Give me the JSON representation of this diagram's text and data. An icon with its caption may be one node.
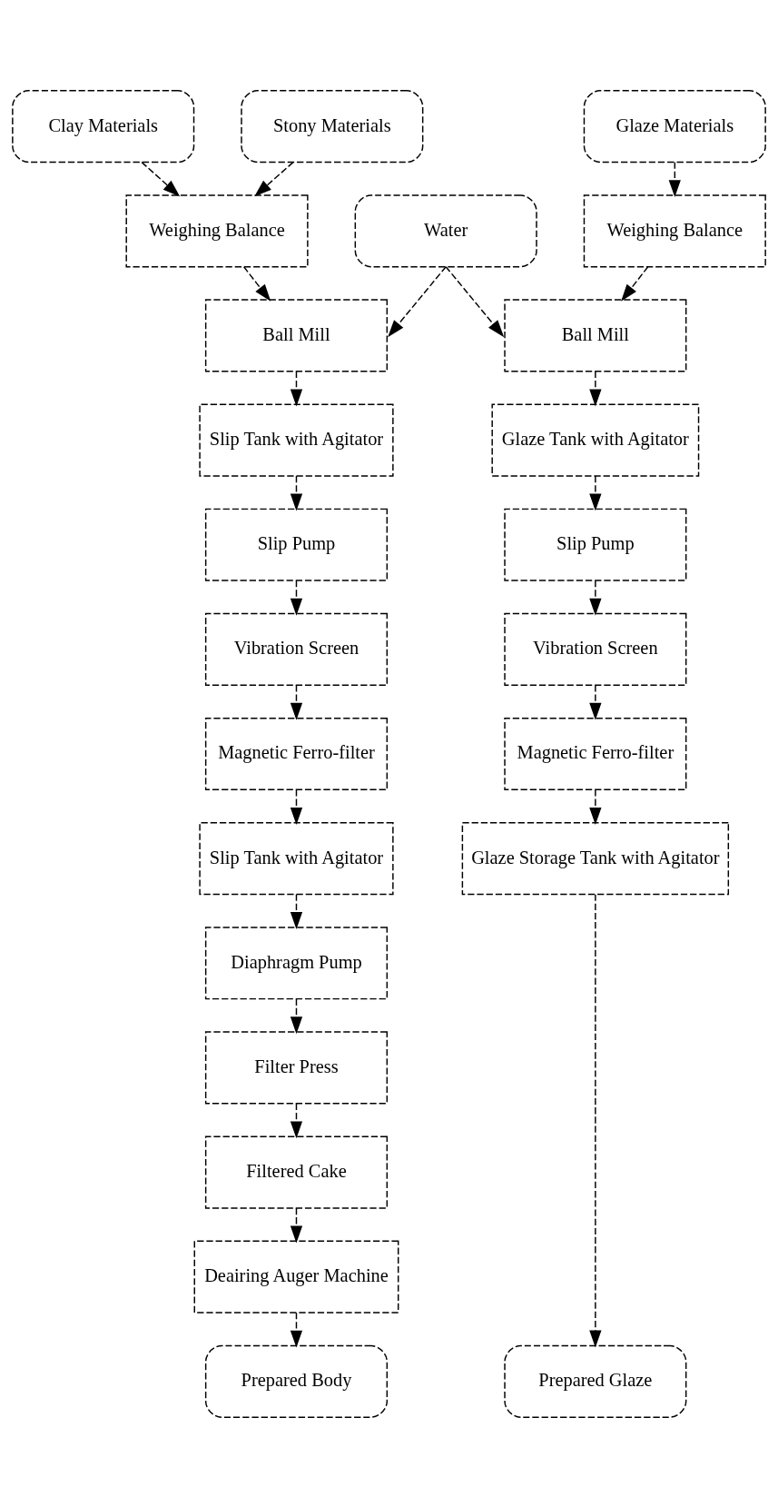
{
  "diagram": {
    "nodes": [
      {
        "text": [
          "Clay Materials"
        ]
      },
      {
        "text": [
          "Stony Materials"
        ]
      },
      {
        "text": [
          "Glaze Materials"
        ]
      },
      {
        "text": [
          "Weighing Balance"
        ]
      },
      {
        "text": [
          "Water"
        ]
      },
      {
        "text": [
          "Weighing Balance"
        ]
      },
      {
        "text": [
          "Ball Mill"
        ]
      },
      {
        "text": [
          "Ball Mill"
        ]
      },
      {
        "text": [
          "Slip Tank with Agitator"
        ]
      },
      {
        "text": [
          "Glaze Tank with Agitator"
        ]
      },
      {
        "text": [
          "Slip Pump"
        ]
      },
      {
        "text": [
          "Slip Pump"
        ]
      },
      {
        "text": [
          "Vibration Screen"
        ]
      },
      {
        "text": [
          "Vibration Screen"
        ]
      },
      {
        "text": [
          "Magnetic Ferro-filter"
        ]
      },
      {
        "text": [
          "Magnetic Ferro-filter"
        ]
      },
      {
        "text": [
          "Slip Tank with Agitator"
        ]
      },
      {
        "text": [
          "Glaze Storage Tank with Agitator"
        ]
      },
      {
        "text": [
          "Diaphragm Pump"
        ]
      },
      {
        "text": [
          "Filter Press"
        ]
      },
      {
        "text": [
          "Filtered Cake"
        ]
      },
      {
        "text": [
          "Deairing Auger Machine"
        ]
      },
      {
        "text": [
          "Prepared Body"
        ]
      },
      {
        "text": [
          "Prepared Glaze"
        ]
      }
    ],
    "edges": [
      {
        "from": 0,
        "to": 3,
        "arrow": "to"
      },
      {
        "from": 1,
        "to": 3,
        "arrow": "to"
      },
      {
        "from": 2,
        "to": 5,
        "arrow": "to"
      },
      {
        "from": 3,
        "to": 6,
        "arrow": "to"
      },
      {
        "from": 4,
        "to": 6,
        "arrow": "to"
      },
      {
        "from": 4,
        "to": 7,
        "arrow": "to"
      },
      {
        "from": 5,
        "to": 7,
        "arrow": "to"
      },
      {
        "from": 6,
        "to": 8,
        "arrow": "to"
      },
      {
        "from": 7,
        "to": 9,
        "arrow": "to"
      },
      {
        "from": 8,
        "to": 10,
        "arrow": "to"
      },
      {
        "from": 9,
        "to": 11,
        "arrow": "to"
      },
      {
        "from": 10,
        "to": 12,
        "arrow": "to"
      },
      {
        "from": 11,
        "to": 13,
        "arrow": "to"
      },
      {
        "from": 12,
        "to": 14,
        "arrow": "to"
      },
      {
        "from": 13,
        "to": 15,
        "arrow": "to"
      },
      {
        "from": 14,
        "to": 16,
        "arrow": "to"
      },
      {
        "from": 15,
        "to": 17,
        "arrow": "to"
      },
      {
        "from": 16,
        "to": 18,
        "arrow": "to"
      },
      {
        "from": 18,
        "to": 19,
        "arrow": "to"
      },
      {
        "from": 19,
        "to": 20,
        "arrow": "to"
      },
      {
        "from": 20,
        "to": 21,
        "arrow": "to"
      },
      {
        "from": 21,
        "to": 22,
        "arrow": "to"
      },
      {
        "from": 17,
        "to": 23,
        "arrow": "to"
      }
    ]
  }
}
